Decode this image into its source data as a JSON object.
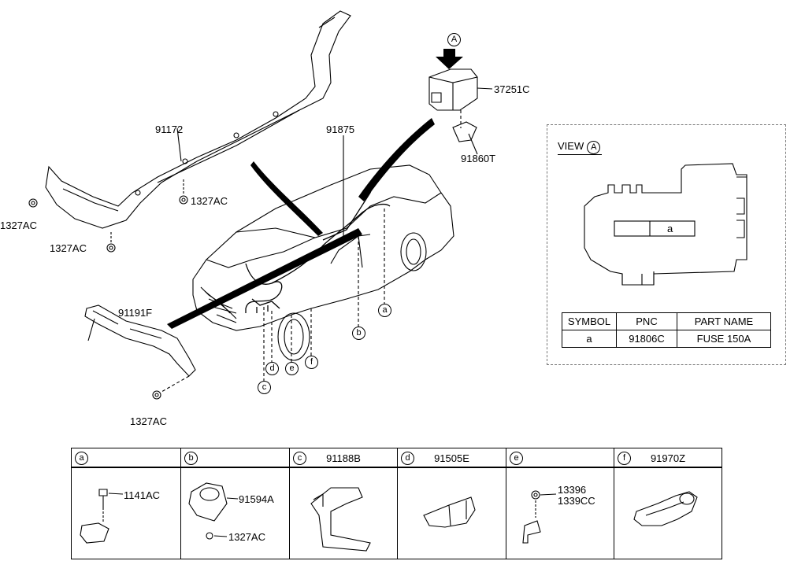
{
  "parts": {
    "p91172": "91172",
    "p1327ac_left": "1327AC",
    "p1327ac_mid": "1327AC",
    "p1327ac_lower": "1327AC",
    "p1327ac_bottom": "1327AC",
    "p91875": "91875",
    "p37251c": "37251C",
    "p91860t": "91860T",
    "p91191f": "91191F"
  },
  "callouts": {
    "top_a": "A",
    "a": "a",
    "b": "b",
    "c": "c",
    "d": "d",
    "e": "e",
    "f": "f"
  },
  "view_panel": {
    "title": "VIEW",
    "view_symbol": "A",
    "fuse_label": "a",
    "table": {
      "headers": [
        "SYMBOL",
        "PNC",
        "PART NAME"
      ],
      "row": [
        "a",
        "91806C",
        "FUSE 150A"
      ]
    }
  },
  "detail_table": [
    {
      "symbol": "a",
      "code": "",
      "labels": [
        "1141AC"
      ]
    },
    {
      "symbol": "b",
      "code": "",
      "labels": [
        "91594A",
        "1327AC"
      ]
    },
    {
      "symbol": "c",
      "code": "91188B",
      "labels": []
    },
    {
      "symbol": "d",
      "code": "91505E",
      "labels": []
    },
    {
      "symbol": "e",
      "code": "",
      "labels": [
        "13396",
        "1339CC"
      ]
    },
    {
      "symbol": "f",
      "code": "91970Z",
      "labels": []
    }
  ]
}
